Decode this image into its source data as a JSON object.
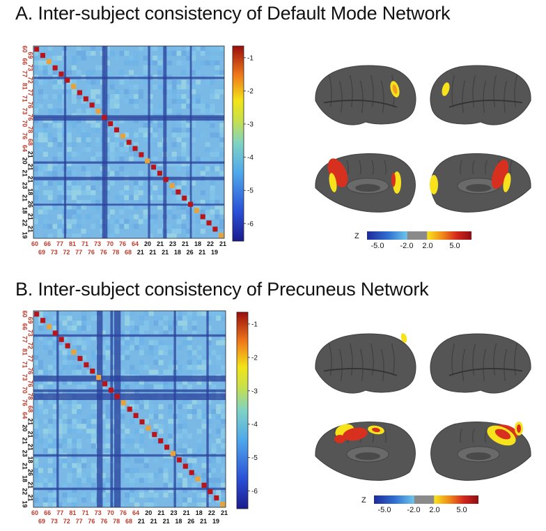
{
  "panels": [
    {
      "title": "A. Inter-subject consistency of Default Mode Network",
      "colorbar_ticks": [
        "-1",
        "-2",
        "-3",
        "-4",
        "-5",
        "-6"
      ],
      "z_label": "Z",
      "z_ticks": [
        "-5.0",
        "-2.0",
        "2.0",
        "5.0"
      ]
    },
    {
      "title": "B. Inter-subject consistency of Precuneus Network",
      "colorbar_ticks": [
        "-1",
        "-2",
        "-3",
        "-4",
        "-5",
        "-6"
      ],
      "z_label": "Z",
      "z_ticks": [
        "-5.0",
        "-2.0",
        "2.0",
        "5.0"
      ]
    }
  ],
  "matrix_ticks": {
    "left": [
      {
        "t": "60",
        "c": "red"
      },
      {
        "t": "69",
        "c": "red"
      },
      {
        "t": "66",
        "c": "red"
      },
      {
        "t": "73",
        "c": "red"
      },
      {
        "t": "77",
        "c": "red"
      },
      {
        "t": "72",
        "c": "red"
      },
      {
        "t": "81",
        "c": "red"
      },
      {
        "t": "77",
        "c": "red"
      },
      {
        "t": "71",
        "c": "red"
      },
      {
        "t": "76",
        "c": "red"
      },
      {
        "t": "73",
        "c": "red"
      },
      {
        "t": "76",
        "c": "red"
      },
      {
        "t": "70",
        "c": "red"
      },
      {
        "t": "78",
        "c": "red"
      },
      {
        "t": "76",
        "c": "red"
      },
      {
        "t": "68",
        "c": "red"
      },
      {
        "t": "64",
        "c": "red"
      },
      {
        "t": "21",
        "c": "black"
      },
      {
        "t": "20",
        "c": "black"
      },
      {
        "t": "21",
        "c": "black"
      },
      {
        "t": "21",
        "c": "black"
      },
      {
        "t": "21",
        "c": "black"
      },
      {
        "t": "23",
        "c": "black"
      },
      {
        "t": "18",
        "c": "black"
      },
      {
        "t": "21",
        "c": "black"
      },
      {
        "t": "26",
        "c": "black"
      },
      {
        "t": "18",
        "c": "black"
      },
      {
        "t": "21",
        "c": "black"
      },
      {
        "t": "22",
        "c": "black"
      },
      {
        "t": "21",
        "c": "black"
      },
      {
        "t": "19",
        "c": "black"
      }
    ],
    "bottom_top": [
      {
        "t": "60",
        "c": "red"
      },
      {
        "t": "66",
        "c": "red"
      },
      {
        "t": "77",
        "c": "red"
      },
      {
        "t": "81",
        "c": "red"
      },
      {
        "t": "71",
        "c": "red"
      },
      {
        "t": "73",
        "c": "red"
      },
      {
        "t": "70",
        "c": "red"
      },
      {
        "t": "76",
        "c": "red"
      },
      {
        "t": "64",
        "c": "red"
      },
      {
        "t": "20",
        "c": "black"
      },
      {
        "t": "21",
        "c": "black"
      },
      {
        "t": "23",
        "c": "black"
      },
      {
        "t": "21",
        "c": "black"
      },
      {
        "t": "18",
        "c": "black"
      },
      {
        "t": "22",
        "c": "black"
      },
      {
        "t": "21",
        "c": "black"
      }
    ],
    "bottom_bottom": [
      {
        "t": "69",
        "c": "red"
      },
      {
        "t": "73",
        "c": "red"
      },
      {
        "t": "72",
        "c": "red"
      },
      {
        "t": "77",
        "c": "red"
      },
      {
        "t": "76",
        "c": "red"
      },
      {
        "t": "76",
        "c": "red"
      },
      {
        "t": "78",
        "c": "red"
      },
      {
        "t": "68",
        "c": "red"
      },
      {
        "t": "21",
        "c": "black"
      },
      {
        "t": "21",
        "c": "black"
      },
      {
        "t": "21",
        "c": "black"
      },
      {
        "t": "18",
        "c": "black"
      },
      {
        "t": "26",
        "c": "black"
      },
      {
        "t": "21",
        "c": "black"
      },
      {
        "t": "19",
        "c": "black"
      }
    ]
  },
  "colors": {
    "tick_red": "#c0392b",
    "tick_black": "#111111",
    "brain": "#555555",
    "activation_red": "#d7301f",
    "activation_yellow": "#f7e21c"
  }
}
